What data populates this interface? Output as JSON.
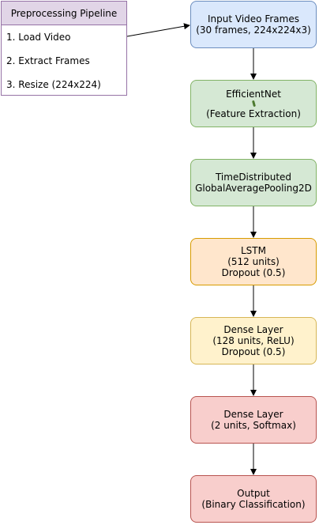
{
  "preprocessing": {
    "title": "Preprocessing Pipeline",
    "steps": [
      "1. Load Video",
      "2. Extract Frames",
      "3. Resize (224x224)"
    ]
  },
  "pipeline": [
    {
      "lines": [
        "Input Video Frames",
        "(30 frames, 224x224x3)"
      ],
      "color": "#dae8fc"
    },
    {
      "lines": [
        "EfficientNet",
        "(Feature Extraction)"
      ],
      "color": "#d5e8d4"
    },
    {
      "lines": [
        "TimeDistributed",
        "GlobalAveragePooling2D"
      ],
      "color": "#d5e8d4"
    },
    {
      "lines": [
        "LSTM",
        "(512 units)",
        "Dropout (0.5)"
      ],
      "color": "#ffe6cc"
    },
    {
      "lines": [
        "Dense Layer",
        "(128 units, ReLU)",
        "Dropout (0.5)"
      ],
      "color": "#fff2cc"
    },
    {
      "lines": [
        "Dense Layer",
        "(2 units, Softmax)"
      ],
      "color": "#f8cecc"
    },
    {
      "lines": [
        "Output",
        "(Binary Classification)"
      ],
      "color": "#f8cecc"
    }
  ]
}
